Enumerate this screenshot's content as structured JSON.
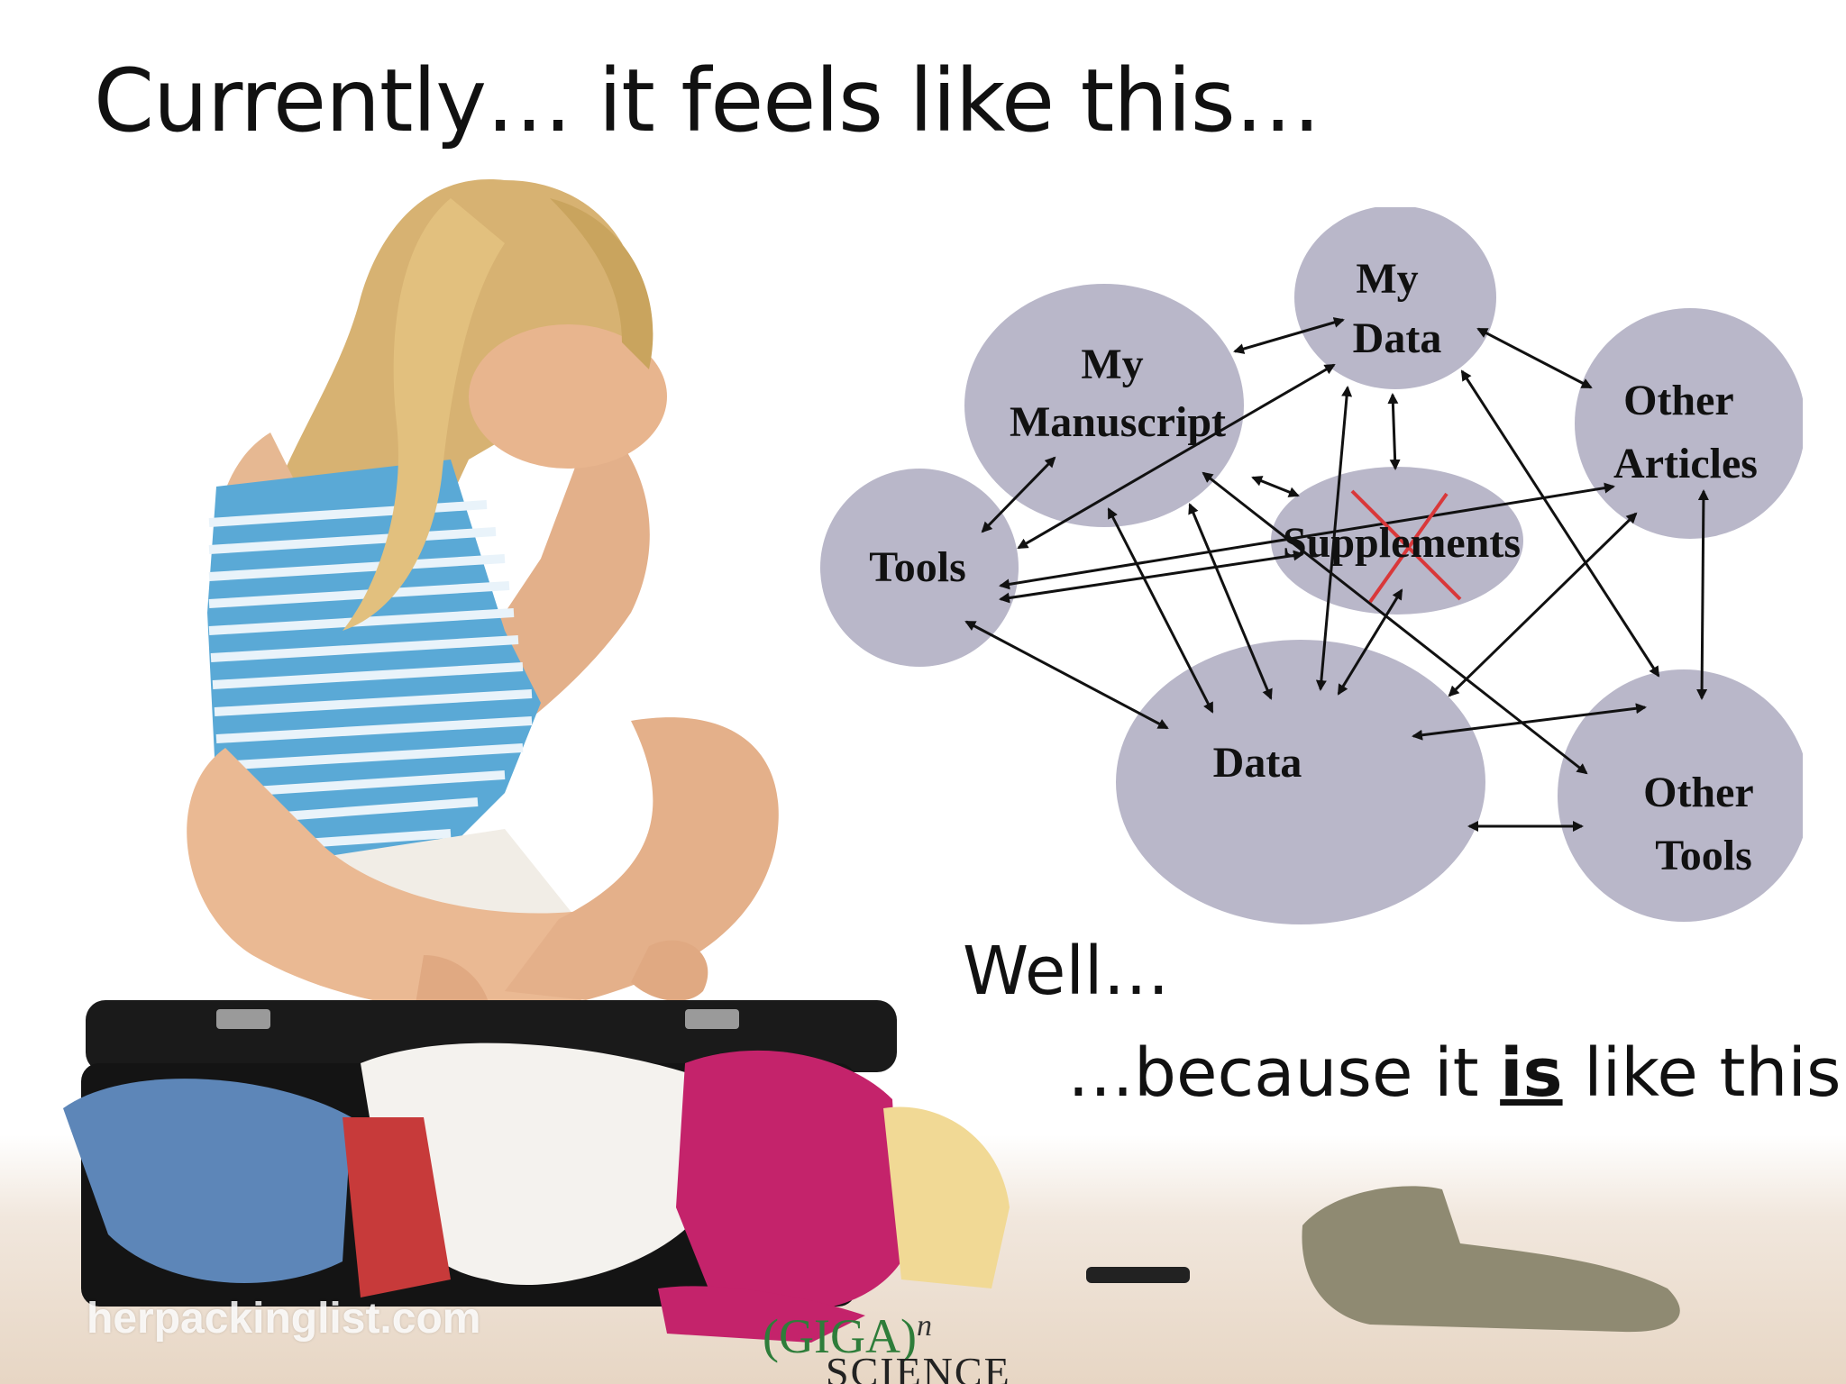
{
  "slide": {
    "title": "Currently… it feels like this…",
    "photo_watermark": "herpackinglist.com",
    "well_text": "Well…",
    "because_prefix": "…because it ",
    "because_emphasis": "is",
    "because_suffix": " like this",
    "logo_top": "(GIGA)",
    "logo_superscript": "n",
    "logo_bottom": "SCIENCE"
  },
  "diagram": {
    "node_fill": "#b9b7c9",
    "arrow_color": "#111111",
    "cross_color": "#d9383a",
    "nodes": {
      "my_data": [
        "My",
        "Data"
      ],
      "my_manuscript": [
        "My",
        "Manuscript"
      ],
      "other_articles": [
        "Other",
        "Articles"
      ],
      "supplements": [
        "Supplements"
      ],
      "tools": [
        "Tools"
      ],
      "data": [
        "Data"
      ],
      "other_tools": [
        "Other",
        "Tools"
      ]
    },
    "crossed_out": "supplements"
  }
}
